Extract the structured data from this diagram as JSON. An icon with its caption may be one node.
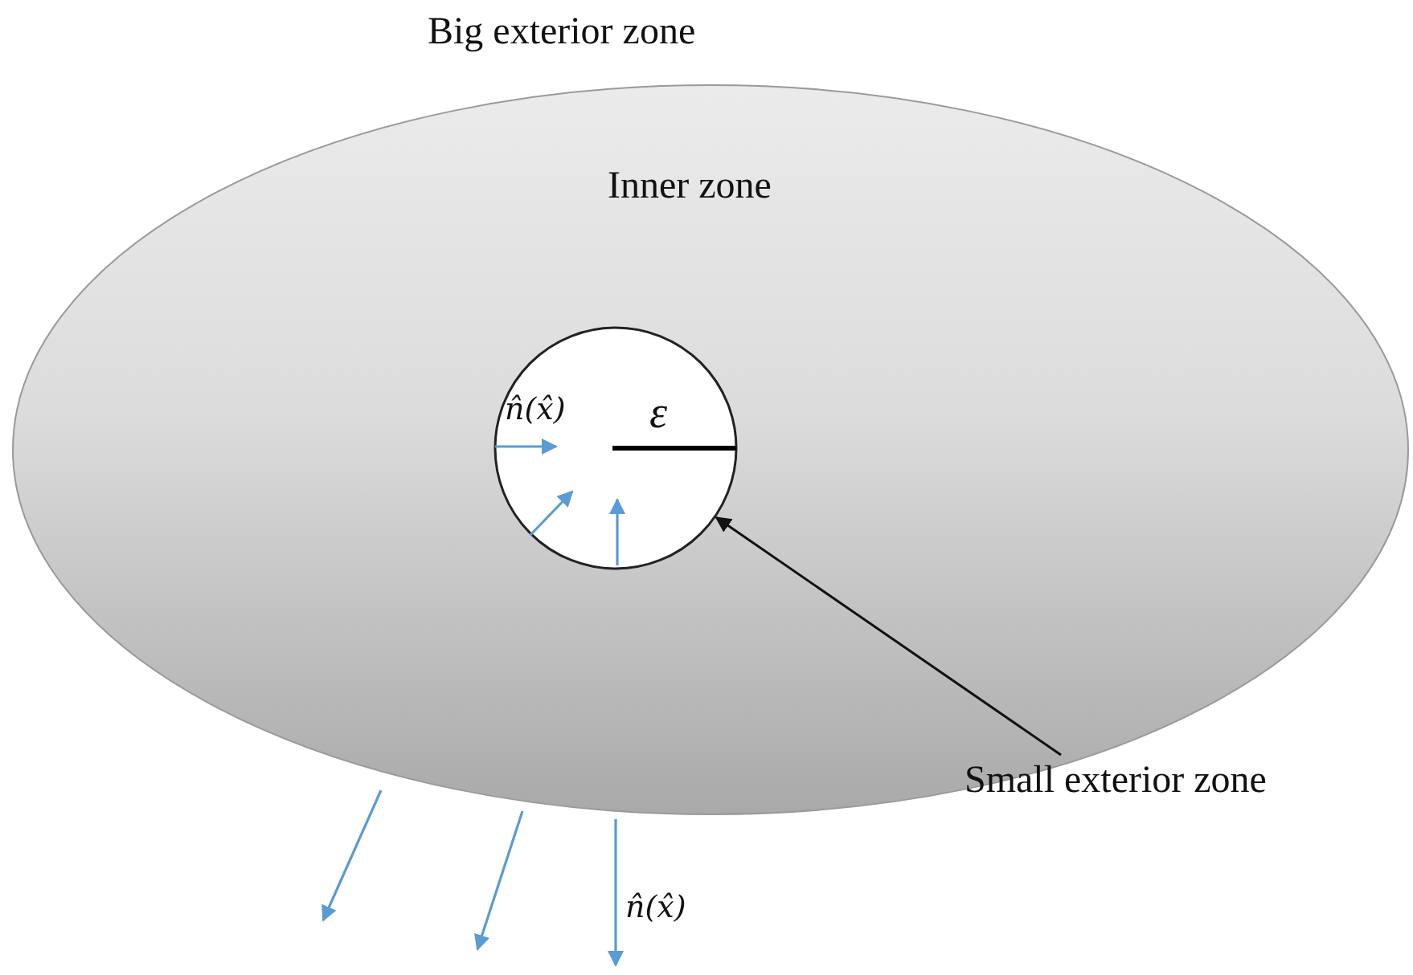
{
  "diagram": {
    "nodes": [
      {
        "text": [
          "Inner zone"
        ]
      },
      {
        "text": [],
        "shape": "circle",
        "in": 0
      },
      {
        "text": [
          "Small exterior zone"
        ]
      }
    ],
    "edges": [
      {
        "from": 2,
        "to": 1,
        "arrow": "to"
      }
    ],
    "labels": [
      "Big exterior zone",
      "n̂(x̂)",
      "ε",
      "n̂(x̂)"
    ]
  }
}
